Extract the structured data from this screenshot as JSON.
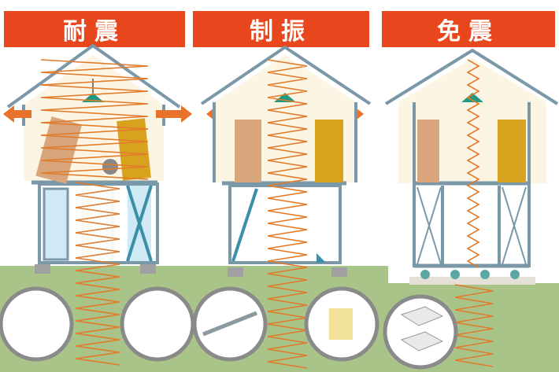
{
  "panels": [
    {
      "title": "耐震"
    },
    {
      "title": "制振"
    },
    {
      "title": "免震"
    }
  ],
  "colors": {
    "header": "#e8461c",
    "ground": "#a9c489",
    "frame": "#7a98a8",
    "wave": "#e07c2c",
    "wall": "#fdf5e4",
    "arrow": "#e8722a",
    "lamp": "#1f9a80",
    "fridge": "#d9a21e",
    "cabinet": "#d8a67a",
    "glass": "#cfe9f5"
  }
}
